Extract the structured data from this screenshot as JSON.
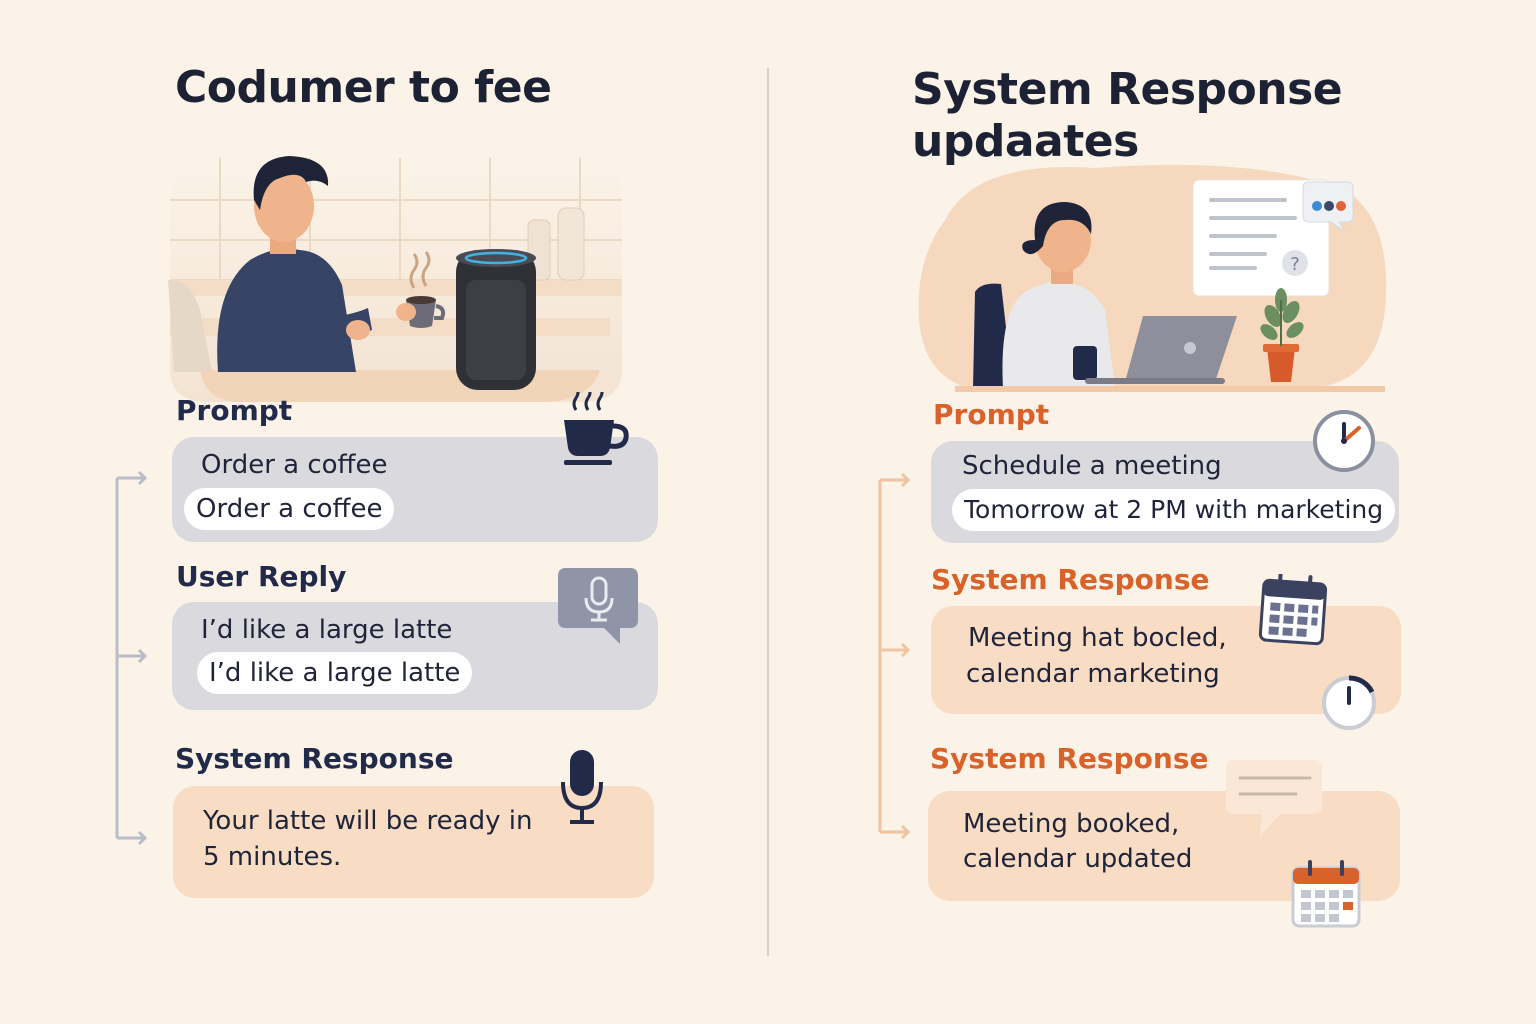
{
  "left": {
    "title": "Codumer to fee",
    "sections": [
      {
        "label": "Prompt",
        "line1": "Order a coffee",
        "line2": "Order a coffee"
      },
      {
        "label": "User Reply",
        "line1": "I’d like a large latte",
        "line2": "I’d like a large latte"
      },
      {
        "label": "System Response",
        "line1": "Your latte will be ready in",
        "line2": "5 minutes."
      }
    ]
  },
  "right": {
    "title_line1": "System Response",
    "title_line2": "updaates",
    "sections": [
      {
        "label": "Prompt",
        "line1": "Schedule a meeting",
        "line2": "Tomorrow at 2 PM with marketing"
      },
      {
        "label": "System Response",
        "line1": "Meeting hat bocled,",
        "line2": "calendar marketing"
      },
      {
        "label": "System Response",
        "line1": "Meeting booked,",
        "line2": "calendar updated"
      }
    ]
  },
  "icons": [
    "coffee-cup-icon",
    "microphone-bubble-icon",
    "microphone-icon",
    "clock-icon",
    "calendar-icon",
    "timer-icon",
    "chat-bubble-icon",
    "calendar-icon"
  ],
  "colors": {
    "navy": "#222a4a",
    "orange": "#d9612a",
    "peach_card": "#f8dcc4",
    "gray_card": "#d9d9de",
    "background": "#fbf3e8"
  }
}
